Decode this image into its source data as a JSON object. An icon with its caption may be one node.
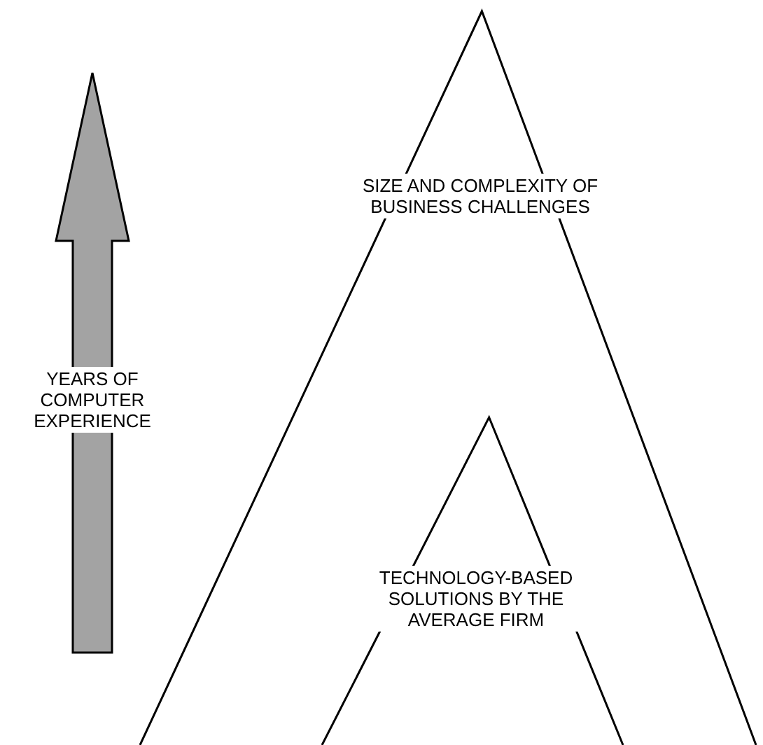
{
  "diagram": {
    "nodes": [
      {
        "text": [
          "SIZE AND COMPLEXITY OF BUSINESS CHALLENGES"
        ]
      },
      {
        "text": [
          "TECHNOLOGY-BASED SOLUTIONS BY THE AVERAGE FIRM"
        ],
        "in": 0
      }
    ],
    "labels": [
      "YEARS OF COMPUTER EXPERIENCE"
    ]
  }
}
